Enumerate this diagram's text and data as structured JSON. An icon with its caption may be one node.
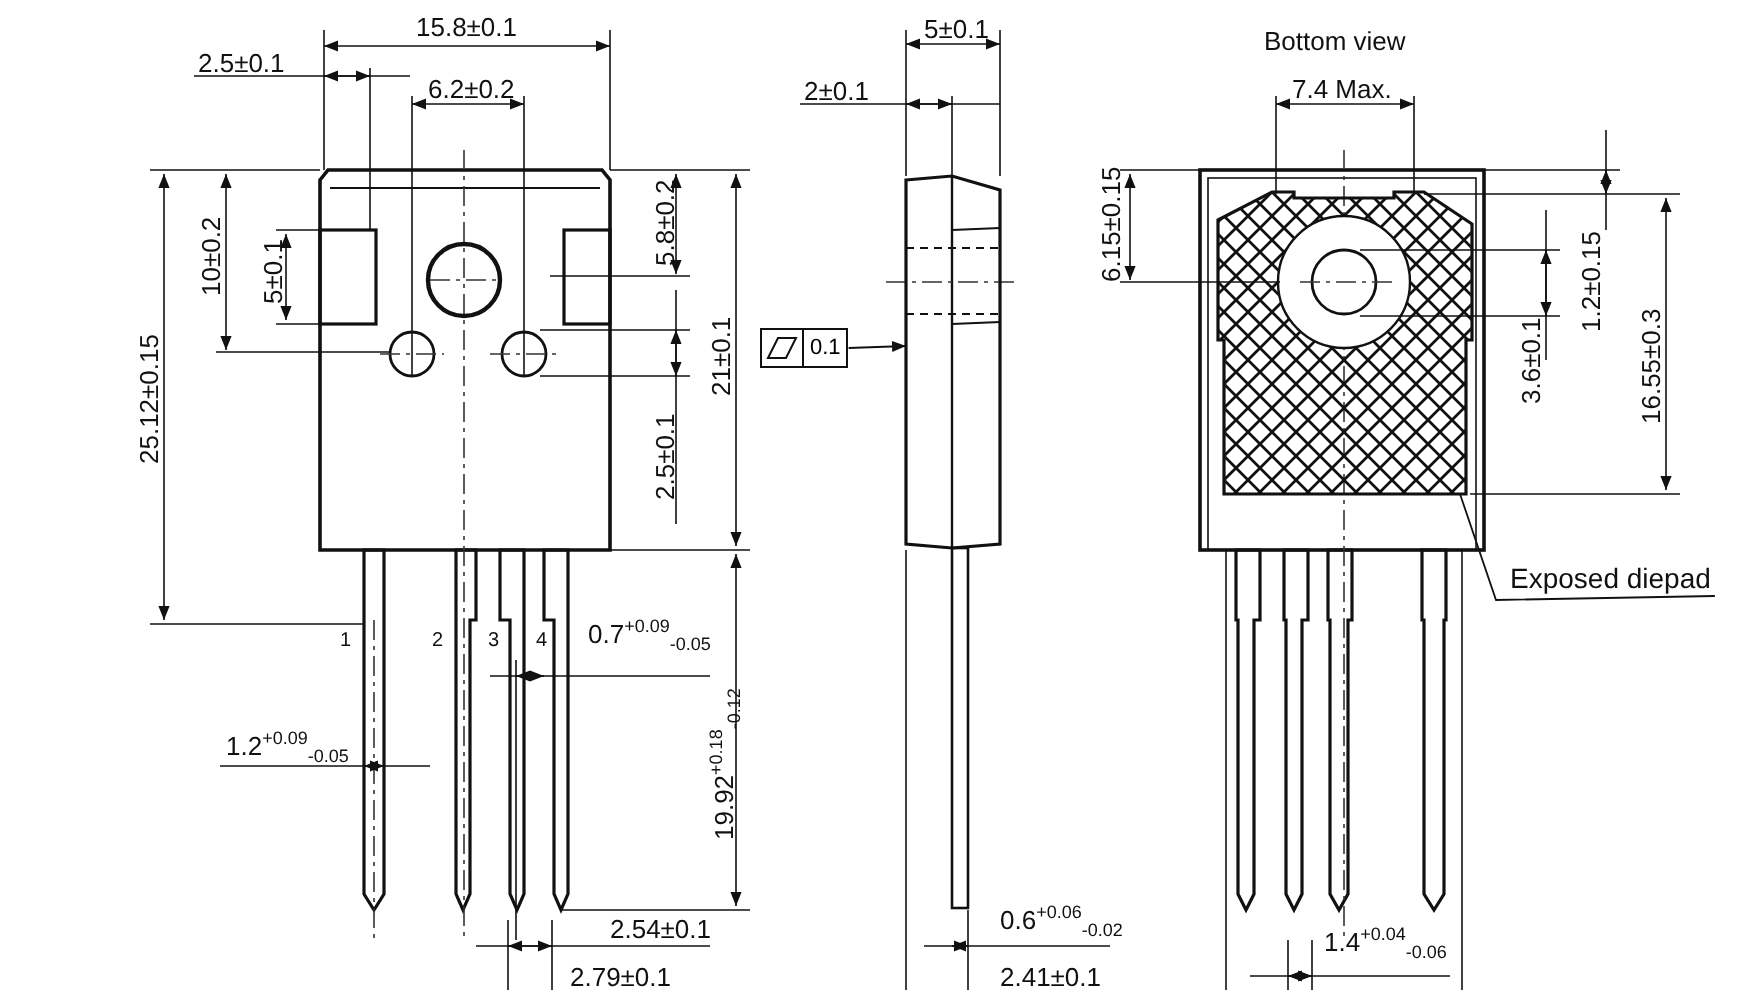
{
  "diagram": {
    "nodes": [
      {
        "text": [
          "Exposed diepad"
        ]
      },
      {
        "text": [],
        "shape": "box"
      },
      {
        "text": [
          "0.1"
        ]
      },
      {
        "text": [],
        "shape": "box"
      }
    ],
    "edges": [
      {
        "from": 0,
        "to": 3,
        "arrow": "none"
      },
      {
        "from": 2,
        "to": 1,
        "arrow": "to"
      }
    ],
    "labels": [
      "15.8±0.1",
      "5±0.1",
      "Bottom view",
      "2.5±0.1",
      "6.2±0.2",
      "2±0.1",
      "7.4 Max.",
      "10±0.2",
      "5±0.1",
      "5.8±0.2",
      "6.15±0.15",
      "1.2±0.15",
      "25.12±0.15",
      "21±0.1",
      "3.6±0.1",
      "16.55±0.3",
      "2.5±0.1",
      "1",
      "2",
      "3",
      "4",
      "0.7$^{+0.09}$$_{-0.05}$",
      "1.2$^{+0.09}$$_{-0.05}$",
      "19.92$^{+0.18}$$_{-0.12}$",
      "2.54±0.1",
      "0.6$^{+0.06}$$_{-0.02}$",
      "1.4$^{+0.04}$$_{-0.06}$",
      "2.79±0.1",
      "2.41±0.1"
    ]
  }
}
